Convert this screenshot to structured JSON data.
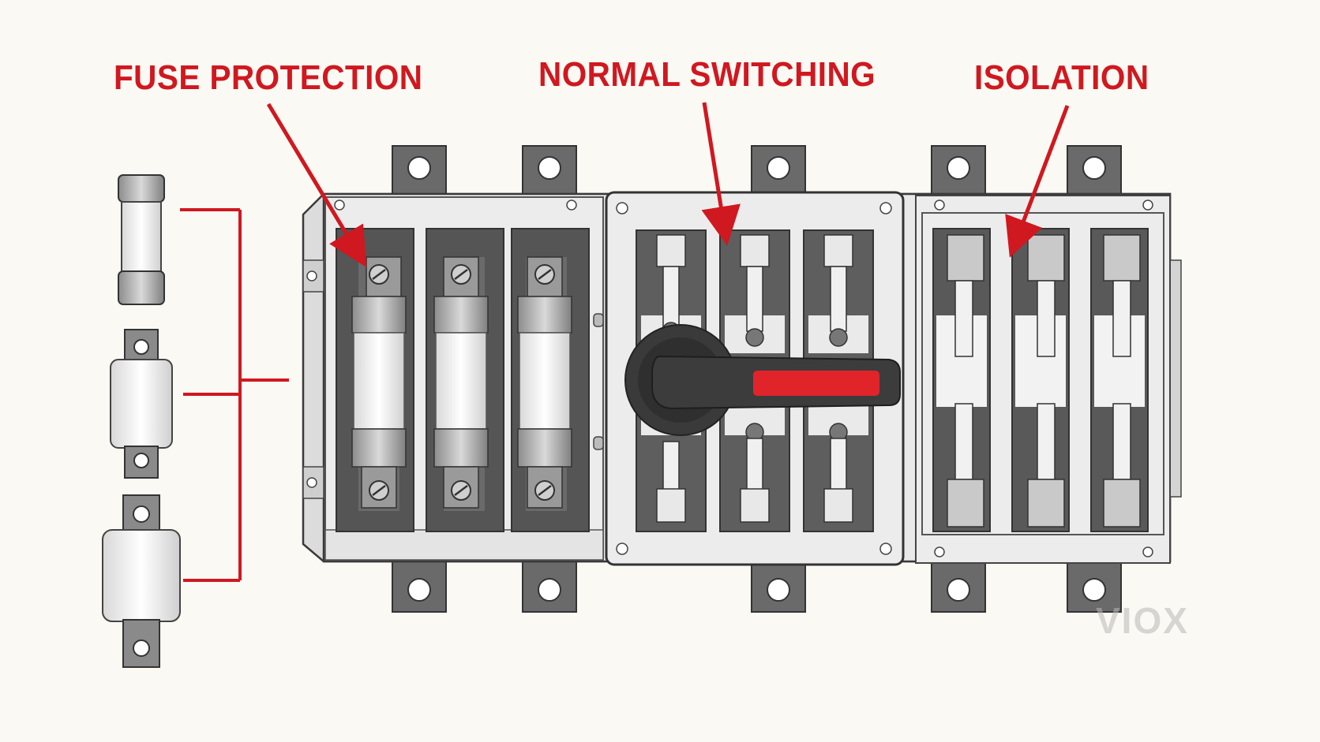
{
  "callouts": {
    "fuse_protection": "FUSE PROTECTION",
    "normal_switching": "NORMAL SWITCHING",
    "isolation": "ISOLATION"
  },
  "brand": {
    "logo": "VIOX"
  },
  "colors": {
    "accent": "#d01820",
    "background": "#fbf9f3",
    "metal": "#e6e6e6",
    "dark": "#555555",
    "handle": "#3a3a3a",
    "handle_stripe": "#e0242a"
  },
  "icons": [
    "fuse-icon",
    "screw-icon",
    "rotary-handle-icon",
    "arrow-icon"
  ]
}
